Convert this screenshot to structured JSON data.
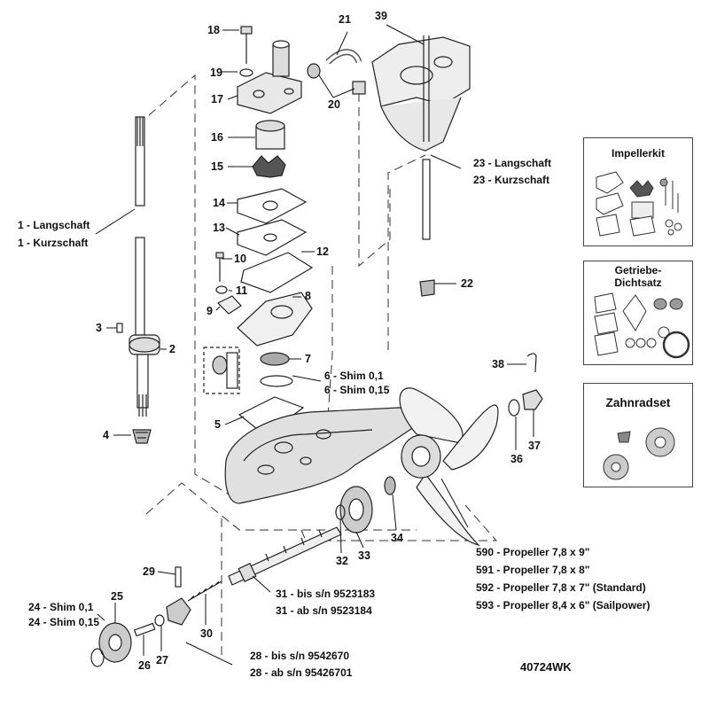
{
  "diagram": {
    "reference_code": "40724WK",
    "part_numbers": [
      "18",
      "19",
      "17",
      "16",
      "15",
      "14",
      "13",
      "10",
      "12",
      "11",
      "9",
      "8",
      "7",
      "5",
      "4",
      "3",
      "2",
      "21",
      "39",
      "20",
      "22",
      "38",
      "37",
      "36",
      "34",
      "33",
      "32",
      "29",
      "25",
      "26",
      "27",
      "30"
    ],
    "long_labels": {
      "p1_lang": "1 - Langschaft",
      "p1_kurz": "1 - Kurzschaft",
      "p23_lang": "23 - Langschaft",
      "p23_kurz": "23 - Kurzschaft",
      "p6a": "6 - Shim 0,1",
      "p6b": "6 - Shim 0,15",
      "p24a": "24 - Shim 0,1",
      "p24b": "24 - Shim 0,15",
      "p28a": "28 - bis s/n 9542670",
      "p28b": "28 - ab s/n 95426701",
      "p31a": "31 - bis s/n 9523183",
      "p31b": "31 - ab s/n 9523184",
      "prop590": "590 - Propeller 7,8 x 9\"",
      "prop591": "591 - Propeller 7,8 x 8\"",
      "prop592": "592 - Propeller 7,8 x 7\" (Standard)",
      "prop593": "593 - Propeller 8,4 x 6\" (Sailpower)"
    }
  },
  "kits": {
    "impeller": "Impellerkit",
    "getriebe": "Getriebe-\nDichtsatz",
    "zahnrad": "Zahnradset"
  }
}
